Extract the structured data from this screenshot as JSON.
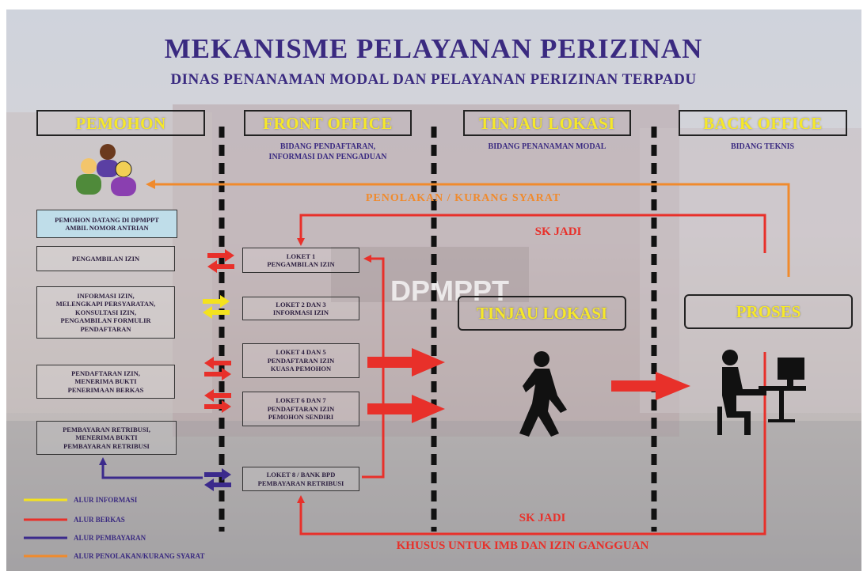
{
  "title": "MEKANISME PELAYANAN PERIZINAN",
  "subtitle": "DINAS PENANAMAN MODAL DAN PELAYANAN PERIZINAN TERPADU",
  "columns": [
    {
      "header": "PEMOHON",
      "sub": ""
    },
    {
      "header": "FRONT OFFICE",
      "sub": "BIDANG PENDAFTARAN,\nINFORMASI DAN PENGADUAN"
    },
    {
      "header": "TINJAU LOKASI",
      "sub": "BIDANG PENANAMAN MODAL"
    },
    {
      "header": "BACK OFFICE",
      "sub": "BIDANG TEKNIS"
    }
  ],
  "pemohon_steps": [
    "PEMOHON DATANG DI DPMPPT\nAMBIL NOMOR ANTRIAN",
    "PENGAMBILAN IZIN",
    "INFORMASI IZIN,\nMELENGKAPI PERSYARATAN,\nKONSULTASI IZIN,\nPENGAMBILAN FORMULIR\nPENDAFTARAN",
    "PENDAFTARAN IZIN,\nMENERIMA BUKTI\nPENERIMAAN BERKAS",
    "PEMBAYARAN RETRIBUSI,\nMENERIMA BUKTI\nPEMBAYARAN RETRIBUSI"
  ],
  "loket": [
    "LOKET 1\nPENGAMBILAN IZIN",
    "LOKET 2 DAN 3\nINFORMASI IZIN",
    "LOKET 4 DAN 5\nPENDAFTARAN IZIN\nKUASA PEMOHON",
    "LOKET 6 DAN 7\nPENDAFTARAN IZIN\nPEMOHON SENDIRI",
    "LOKET 8 / BANK BPD\nPEMBAYARAN RETRIBUSI"
  ],
  "stage_boxes": {
    "tinjau": "TINJAU LOKASI",
    "proses": "PROSES"
  },
  "flow_labels": {
    "penolakan": "PENOLAKAN / KURANG SYARAT",
    "sk_jadi_top": "SK JADI",
    "sk_jadi_bottom": "SK JADI",
    "khusus": "KHUSUS UNTUK IMB DAN IZIN GANGGUAN"
  },
  "building_sign": "DPMPPT",
  "legend": [
    {
      "label": "ALUR INFORMASI",
      "color": "#f4e21e"
    },
    {
      "label": "ALUR BERKAS",
      "color": "#e8302a"
    },
    {
      "label": "ALUR PEMBAYARAN",
      "color": "#3b2a8c"
    },
    {
      "label": "ALUR PENOLAKAN/KURANG SYARAT",
      "color": "#f08a2c"
    }
  ],
  "colors": {
    "title": "#3a2a80",
    "header_text": "#f6e82a",
    "berkas": "#e8302a",
    "penolakan": "#f08a2c",
    "pembayaran": "#3b2a8c",
    "informasi": "#f4e21e"
  },
  "icons": [
    "people-group-icon",
    "walking-person-icon",
    "person-at-computer-icon"
  ]
}
